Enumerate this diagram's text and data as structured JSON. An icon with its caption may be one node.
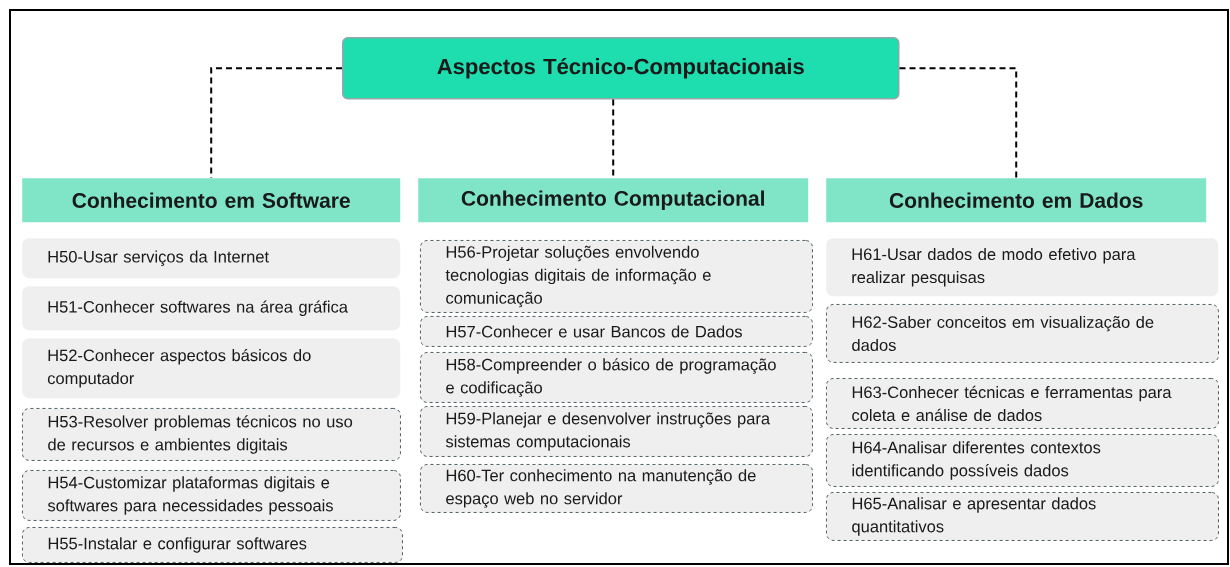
{
  "diagram": {
    "nodes": [
      {
        "text": [
          "Aspectos Técnico-Computacionais"
        ]
      },
      {
        "text": [
          "Conhecimento em Software"
        ]
      },
      {
        "text": [
          "Conhecimento Computacional"
        ]
      },
      {
        "text": [
          "Conhecimento em Dados"
        ]
      },
      {
        "text": [
          "H50-Usar serviços da Internet"
        ]
      },
      {
        "text": [
          "H51-Conhecer softwares na área gráfica"
        ]
      },
      {
        "text": [
          "H52-Conhecer aspectos básicos do computador"
        ]
      },
      {
        "text": [
          "H53-Resolver problemas técnicos no uso de recursos e ambientes digitais"
        ]
      },
      {
        "text": [
          "H54-Customizar plataformas digitais e softwares para necessidades pessoais"
        ]
      },
      {
        "text": [
          "H55-Instalar e configurar softwares"
        ]
      },
      {
        "text": [
          "H56-Projetar soluções envolvendo tecnologias digitais de informação e comunicação"
        ]
      },
      {
        "text": [
          "H57-Conhecer e usar Bancos de Dados"
        ]
      },
      {
        "text": [
          "H58-Compreender o básico de programação e codificação"
        ]
      },
      {
        "text": [
          "H59-Planejar e desenvolver instruções para sistemas computacionais"
        ]
      },
      {
        "text": [
          "H60-Ter conhecimento na manutenção de espaço web no servidor"
        ]
      },
      {
        "text": [
          "H61-Usar dados de modo efetivo para realizar pesquisas"
        ]
      },
      {
        "text": [
          "H62-Saber conceitos em visualização de dados"
        ]
      },
      {
        "text": [
          "H63-Conhecer técnicas e ferramentas para coleta e análise de dados"
        ]
      },
      {
        "text": [
          "H64-Analisar diferentes contextos identificando possíveis dados"
        ]
      },
      {
        "text": [
          "H65-Analisar e apresentar dados quantitativos"
        ]
      }
    ],
    "edges": [
      {
        "from": 0,
        "to": 1,
        "arrow": "none",
        "style": "dashed"
      },
      {
        "from": 0,
        "to": 2,
        "arrow": "none",
        "style": "dashed"
      },
      {
        "from": 0,
        "to": 3,
        "arrow": "none",
        "style": "dashed"
      }
    ]
  }
}
